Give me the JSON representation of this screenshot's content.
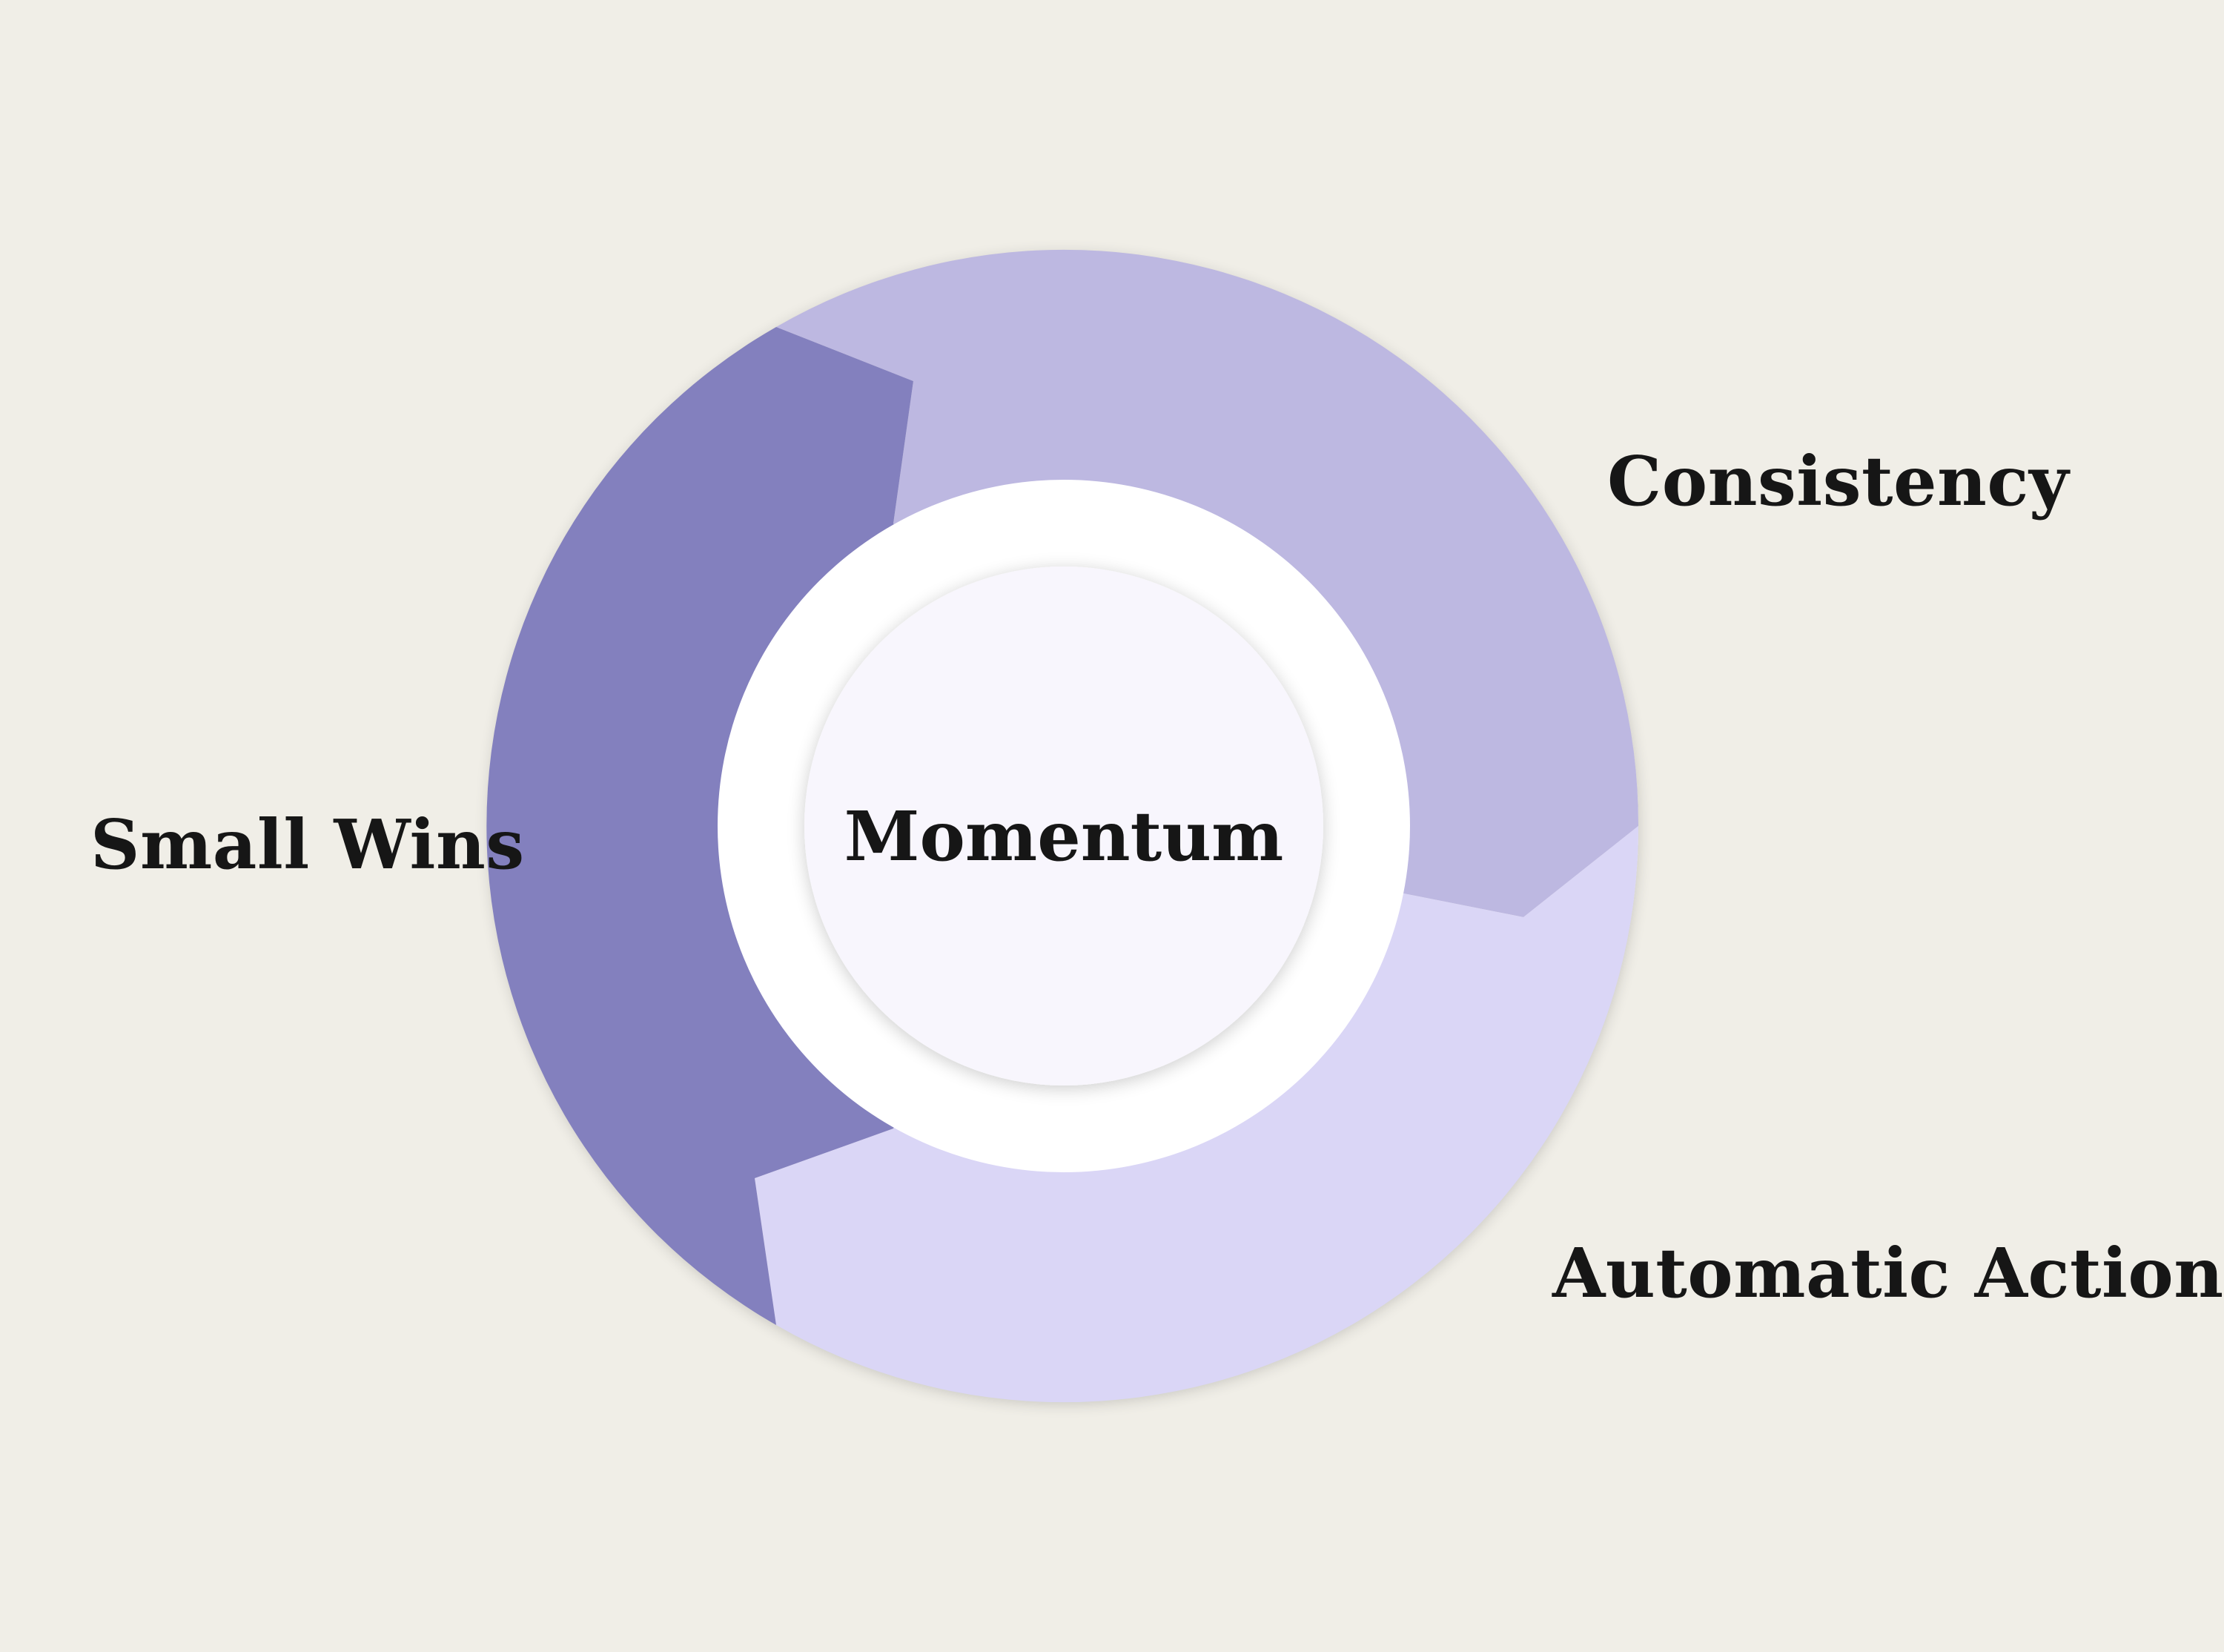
{
  "diagram": {
    "center": {
      "label": "Momentum"
    },
    "segments": [
      {
        "id": "consistency",
        "label": "Consistency",
        "color": "#bdb8e1"
      },
      {
        "id": "automatic-action",
        "label": "Automatic Action",
        "color": "#dad6f6"
      },
      {
        "id": "small-wins",
        "label": "Small Wins",
        "color": "#8380be"
      }
    ],
    "colors": {
      "background": "#f0eee7",
      "ring_gap": "#ffffff",
      "hub": "#f8f6fd",
      "text": "#161616"
    }
  }
}
